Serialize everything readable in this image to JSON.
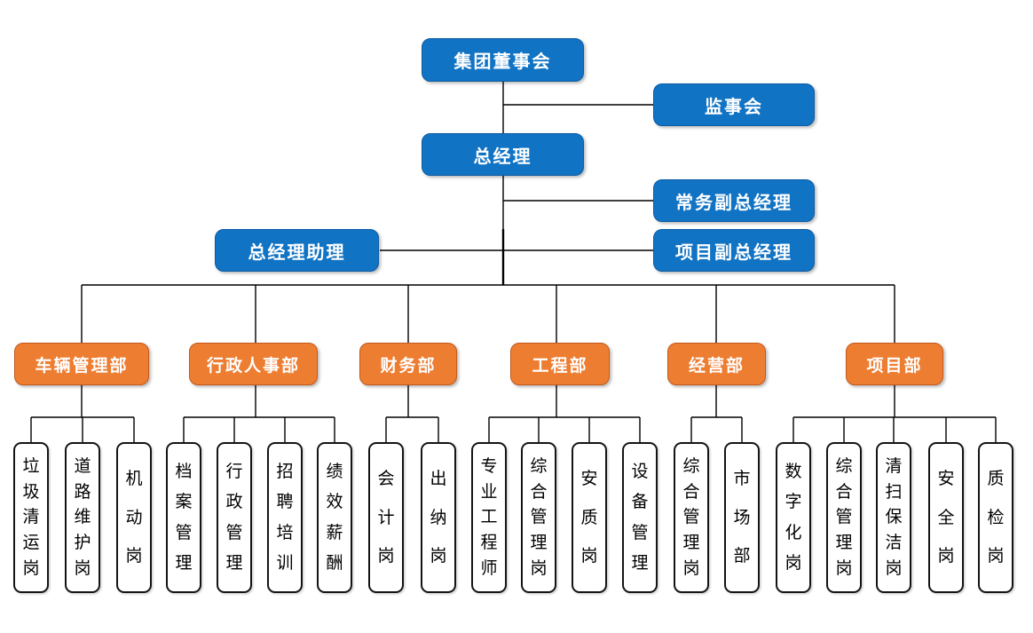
{
  "palette": {
    "blue_fill": "#1173C4",
    "blue_border": "#0D5CA3",
    "orange_fill": "#ED7D31",
    "orange_border": "#C3591D",
    "leaf_fill": "#FFFFFF",
    "leaf_border": "#141414",
    "line_color": "#000000",
    "blue_text": "#FFFFFF",
    "orange_text": "#FFFFFF",
    "leaf_text": "#000000"
  },
  "nodes": {
    "board": "集团董事会",
    "supervisory": "监事会",
    "gm": "总经理",
    "deputy_exec": "常务副总经理",
    "deputy_project": "项目副总经理",
    "gm_assistant": "总经理助理"
  },
  "departments": [
    {
      "label": "车辆管理部",
      "positions": [
        "垃圾清运岗",
        "道路维护岗",
        "机动岗"
      ]
    },
    {
      "label": "行政人事部",
      "positions": [
        "档案管理",
        "行政管理",
        "招聘培训",
        "绩效薪酬"
      ]
    },
    {
      "label": "财务部",
      "positions": [
        "会计岗",
        "出纳岗"
      ]
    },
    {
      "label": "工程部",
      "positions": [
        "专业工程师",
        "综合管理岗",
        "安质岗",
        "设备管理"
      ]
    },
    {
      "label": "经营部",
      "positions": [
        "综合管理岗",
        "市场部"
      ]
    },
    {
      "label": "项目部",
      "positions": [
        "数字化岗",
        "综合管理岗",
        "清扫保洁岗",
        "安全岗",
        "质检岗"
      ]
    }
  ]
}
